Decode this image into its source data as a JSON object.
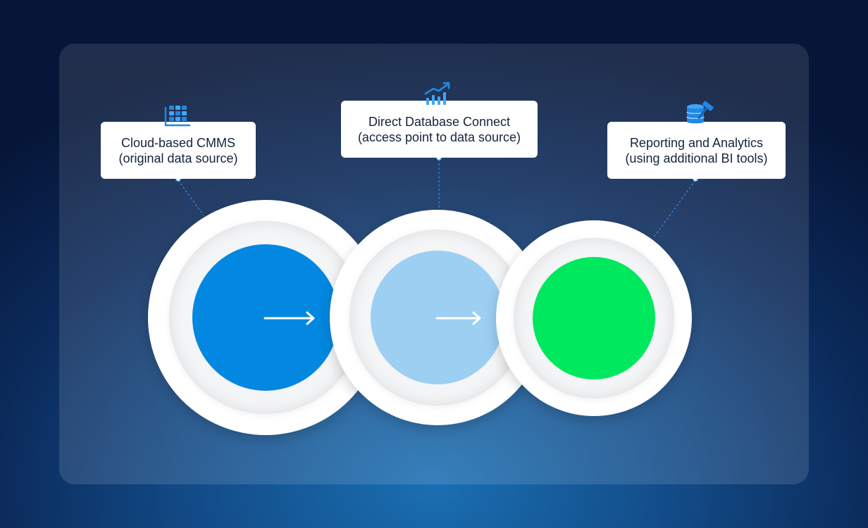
{
  "nodes": [
    {
      "title": "Cloud-based CMMS",
      "subtitle": "(original data source)",
      "icon": "grid-icon",
      "color": "#0288e0"
    },
    {
      "title": "Direct Database Connect",
      "subtitle": "(access point to data source)",
      "icon": "trending-chart-icon",
      "color": "#9dcff2"
    },
    {
      "title": "Reporting and Analytics",
      "subtitle": "(using additional BI tools)",
      "icon": "database-hammer-icon",
      "color": "#00e85e"
    }
  ],
  "colors": {
    "accent": "#1e88e5",
    "connector": "#2e8fe0"
  }
}
